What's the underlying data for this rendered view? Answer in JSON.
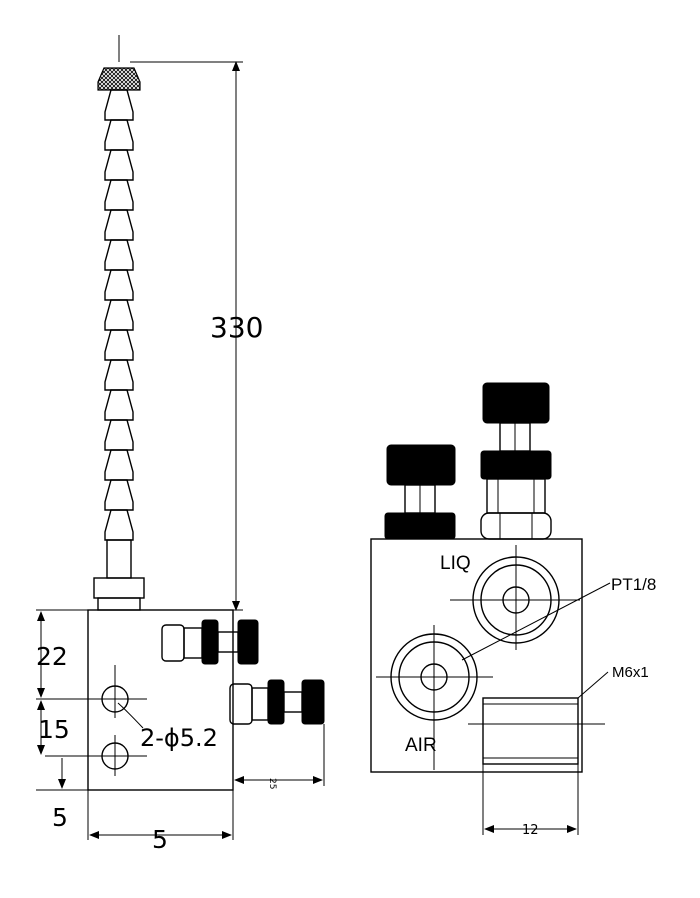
{
  "dimensions": {
    "height_total": "330",
    "block_top": "22",
    "hole_spacing": "15",
    "bottom_offset": "5",
    "left_offset": "5",
    "holes": "2-ϕ5.2",
    "knob_spacing": "25",
    "port_depth": "12"
  },
  "labels": {
    "liquid_port": "LIQ",
    "air_port": "AIR",
    "thread_pipe": "PT1/8",
    "thread_metric": "M6x1"
  }
}
